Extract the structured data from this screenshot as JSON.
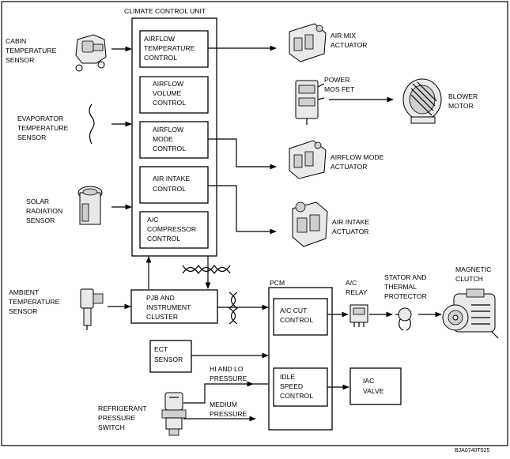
{
  "title": "CLIMATE CONTROL UNIT",
  "ccu_blocks": [
    [
      "AIRFLOW",
      "TEMPERATURE",
      "CONTROL"
    ],
    [
      "AIRFLOW",
      "VOLUME",
      "CONTROL"
    ],
    [
      "AIRFLOW",
      "MODE",
      "CONTROL"
    ],
    [
      "AIR INTAKE",
      "CONTROL"
    ],
    [
      "A/C",
      "COMPRESSOR",
      "CONTROL"
    ]
  ],
  "inputs": [
    [
      "CABIN",
      "TEMPERATURE",
      "SENSOR"
    ],
    [
      "EVAPORATOR",
      "TEMPERATURE",
      "SENSOR"
    ],
    [
      "SOLAR",
      "RADIATION",
      "SENSOR"
    ],
    [
      "AMBIENT",
      "TEMPERATURE",
      "SENSOR"
    ]
  ],
  "outputs": {
    "air_mix": [
      "AIR MIX",
      "ACTUATOR"
    ],
    "power_mos": [
      "POWER",
      "MOS FET"
    ],
    "blower": [
      "BLOWER",
      "MOTOR"
    ],
    "airflow_mode": [
      "AIRFLOW MODE",
      "ACTUATOR"
    ],
    "air_intake": [
      "AIR INTAKE",
      "ACTUATOR"
    ]
  },
  "pjb": [
    "PJB AND",
    "INSTRUMENT",
    "CLUSTER"
  ],
  "pcm": {
    "label": "PCM",
    "ac_cut": [
      "A/C CUT",
      "CONTROL"
    ],
    "idle": [
      "IDLE",
      "SPEED",
      "CONTROL"
    ]
  },
  "ect": [
    "ECT",
    "SENSOR"
  ],
  "refrigerant": [
    "REFRIGERANT",
    "PRESSURE",
    "SWITCH"
  ],
  "pressure_lines": {
    "hi_lo": [
      "HI AND LO",
      "PRESSURE"
    ],
    "medium": [
      "MEDIUM",
      "PRESSURE"
    ]
  },
  "ac_relay": [
    "A/C",
    "RELAY"
  ],
  "stator": [
    "STATOR AND",
    "THERMAL",
    "PROTECTOR"
  ],
  "clutch": [
    "MAGNETIC",
    "CLUTCH"
  ],
  "iac": [
    "IAC",
    "VALVE"
  ],
  "figure_code": "BJA0740T025"
}
